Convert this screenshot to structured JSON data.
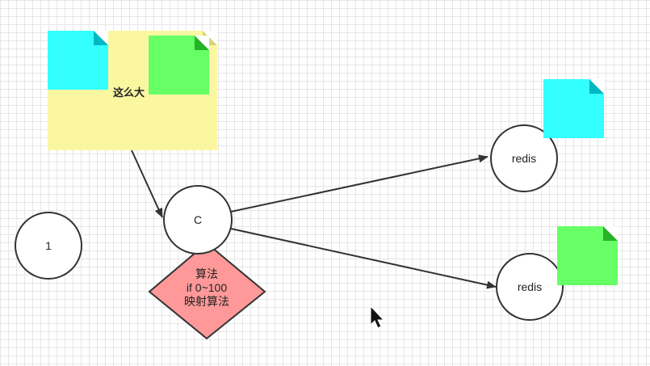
{
  "diagram": {
    "big_note": {
      "label": "这么大",
      "color": "#fbf7a1"
    },
    "nodes": {
      "one": "1",
      "c": "C",
      "redis_top": "redis",
      "redis_bottom": "redis"
    },
    "algorithm_box": {
      "lines": [
        "算法",
        "if 0~100",
        "映射算法"
      ],
      "color": "#ff9999"
    },
    "colors": {
      "cyan_doc": "#33ffff",
      "green_doc": "#66ff66",
      "stroke": "#333333"
    }
  }
}
